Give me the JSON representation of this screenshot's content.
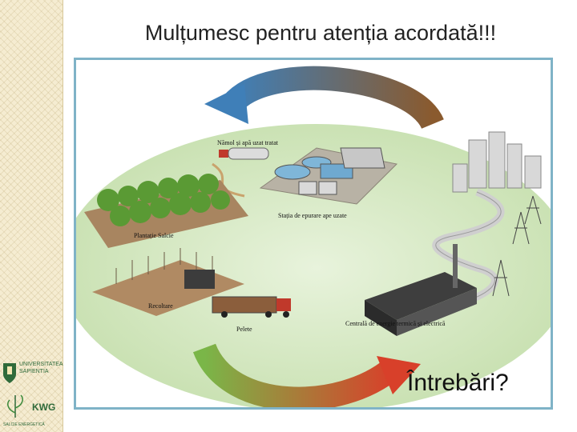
{
  "slide": {
    "title": "Mulțumesc pentru atenția acordată!!!",
    "question": "Întrebări?"
  },
  "diagram": {
    "labels": {
      "sludge": "Nămol și apă uzat tratat",
      "treatment": "Stația de epurare ape uzate",
      "plantation": "Plantație Salcie",
      "harvest": "Recoltare",
      "pellets": "Pelete",
      "plant": "Centrală de energie termică și electrică"
    }
  },
  "logos": {
    "university": {
      "line1": "UNIVERSITATEA",
      "line2": "SAPIENTIA"
    },
    "kwg": {
      "text": "KWG",
      "subtitle": "SALCIE ENERGETICĂ"
    }
  },
  "colors": {
    "arrow_top_start": "#3f7fb8",
    "arrow_top_end": "#8a5a2e",
    "arrow_bottom_start": "#7ab648",
    "arrow_bottom_end": "#d8402a",
    "frame_border": "#7fb3c7",
    "ground": "#cfe6b9"
  }
}
